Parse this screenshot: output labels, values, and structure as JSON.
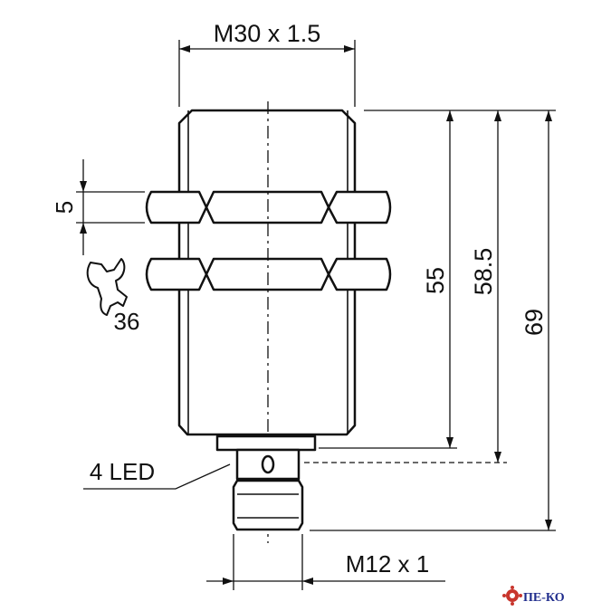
{
  "dimensions": {
    "thread_top": "M30 x 1.5",
    "nut_height": "5",
    "wrench_size": "36",
    "length_55": "55",
    "length_58_5": "58.5",
    "length_69": "69",
    "led": "4 LED",
    "thread_bottom": "M12 x 1"
  },
  "logo": {
    "text": "ПЕ-КО"
  },
  "colors": {
    "line": "#111111",
    "logo": "#1f2c8c",
    "gear": "#c8362d"
  }
}
